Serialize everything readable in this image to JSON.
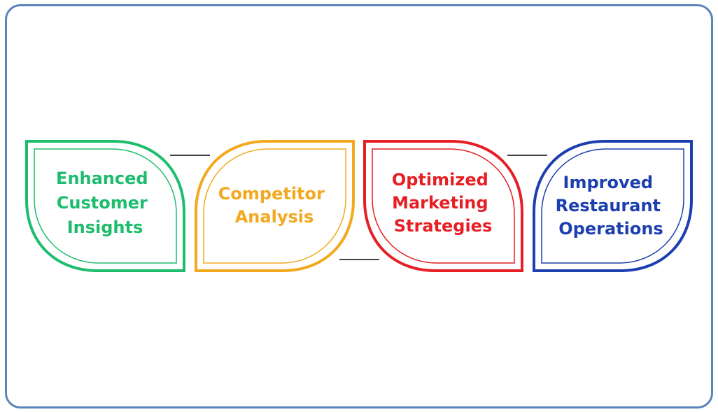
{
  "colors": {
    "frame": "#5b84b8",
    "connector": "#444444"
  },
  "cards": [
    {
      "lines": [
        "Enhanced",
        "Customer",
        "Insights"
      ],
      "color": "#1ebd6e"
    },
    {
      "lines": [
        "Competitor",
        "Analysis"
      ],
      "color": "#f2a91f"
    },
    {
      "lines": [
        "Optimized",
        "Marketing",
        "Strategies"
      ],
      "color": "#e61f25"
    },
    {
      "lines": [
        "Improved",
        "Restaurant",
        "Operations"
      ],
      "color": "#1c3fb0"
    }
  ]
}
